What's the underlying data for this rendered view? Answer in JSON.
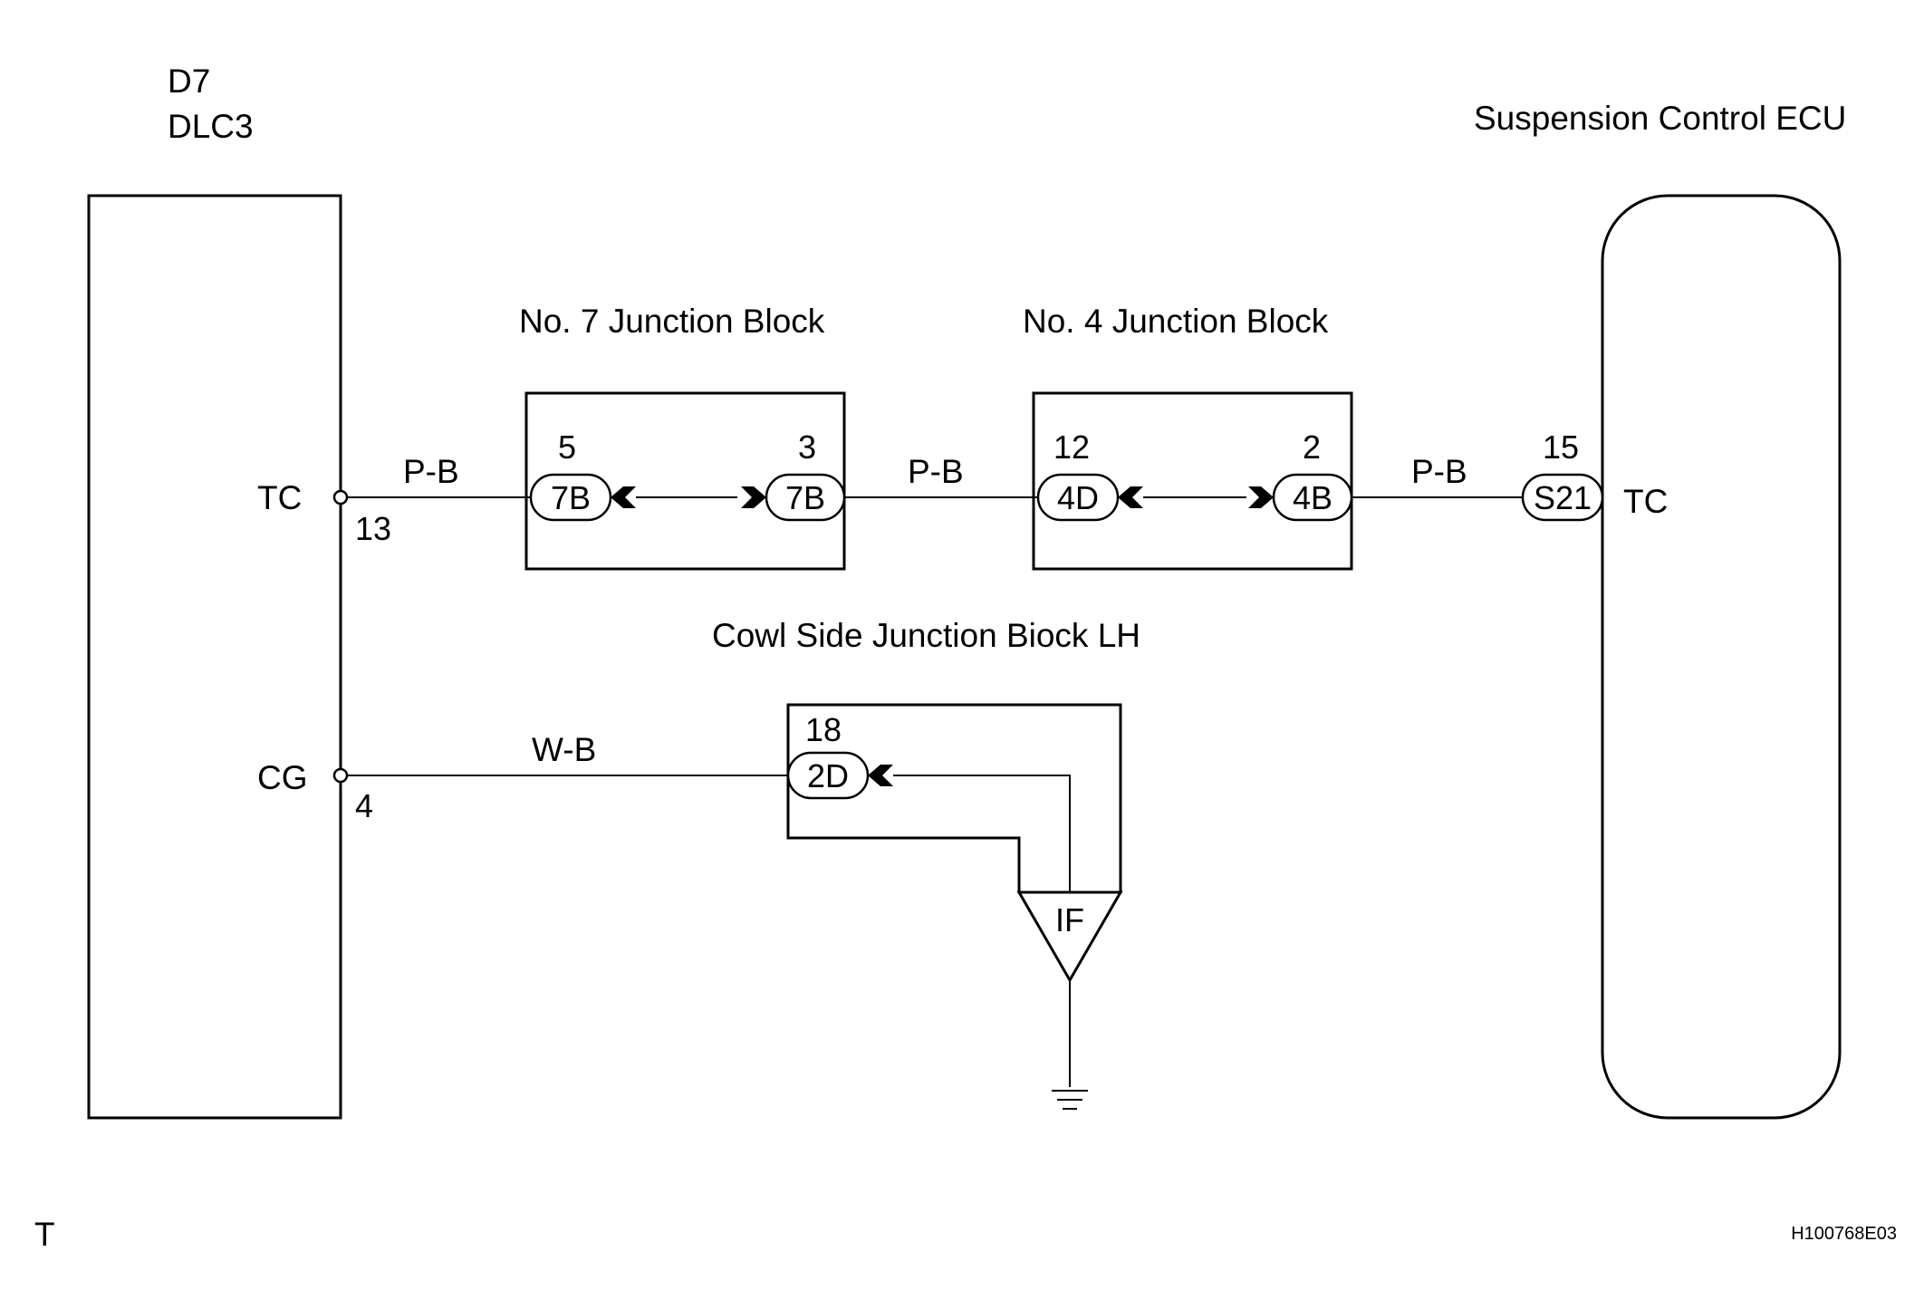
{
  "dlc": {
    "id_label": "D7",
    "name_label": "DLC3",
    "tc_label": "TC",
    "tc_pin": "13",
    "cg_label": "CG",
    "cg_pin": "4"
  },
  "ecu": {
    "title": "Suspension Control ECU",
    "tc_label": "TC",
    "pin": "15",
    "connector": "S21"
  },
  "jb7": {
    "title": "No. 7 Junction Block",
    "left_pin": "5",
    "left_connector": "7B",
    "right_pin": "3",
    "right_connector": "7B"
  },
  "jb4": {
    "title": "No. 4 Junction Block",
    "left_pin": "12",
    "left_connector": "4D",
    "right_pin": "2",
    "right_connector": "4B"
  },
  "cowl": {
    "title": "Cowl Side Junction Biock LH",
    "pin": "18",
    "connector": "2D",
    "ground_point": "IF"
  },
  "wires": {
    "tc_dlc_to_jb7": "P-B",
    "jb7_to_jb4": "P-B",
    "jb4_to_ecu": "P-B",
    "cg_to_cowl": "W-B"
  },
  "corner_mark": "T",
  "figure_code": "H100768E03"
}
